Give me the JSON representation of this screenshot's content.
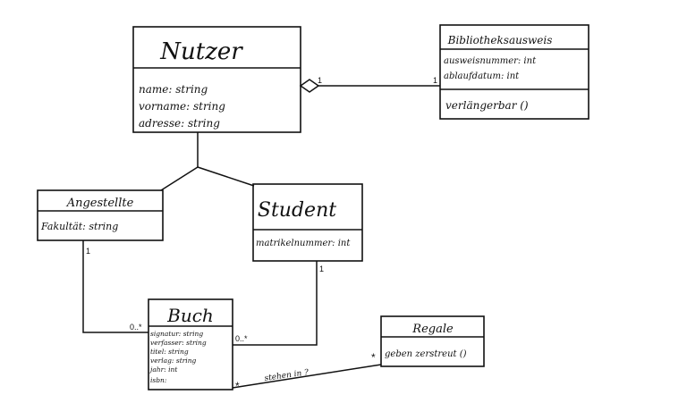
{
  "classes": {
    "nutzer": {
      "name": "Nutzer",
      "attributes": [
        "name: string",
        "vorname: string",
        "adresse: string"
      ]
    },
    "bibliotheksausweis": {
      "name": "Bibliotheksausweis",
      "attributes": [
        "ausweisnummer: int",
        "ablaufdatum: int"
      ],
      "operations": [
        "verlängerbar ()"
      ]
    },
    "angestellte": {
      "name": "Angestellte",
      "attributes": [
        "Fakultät: string"
      ]
    },
    "student": {
      "name": "Student",
      "attributes": [
        "matrikelnummer: int"
      ]
    },
    "buch": {
      "name": "Buch",
      "attributes": [
        "signatur: string",
        "verfasser: string",
        "titel: string",
        "verlag: string",
        "jahr: int",
        "isbn:"
      ]
    },
    "regale": {
      "name": "Regale",
      "operations": [
        "geben zerstreut ()"
      ]
    }
  },
  "relations": {
    "aggregation": {
      "nutzer_end": "1",
      "ausweis_end": "1"
    },
    "angestellte_buch": {
      "angestellte_end": "1",
      "buch_end": "0..*"
    },
    "student_buch": {
      "student_end": "1",
      "buch_end": "0..*"
    },
    "buch_regale": {
      "label": "stehen in ?",
      "buch_end": "*",
      "regale_end": "*"
    }
  },
  "colors": {
    "ink": "#111111",
    "background": "#ffffff"
  }
}
